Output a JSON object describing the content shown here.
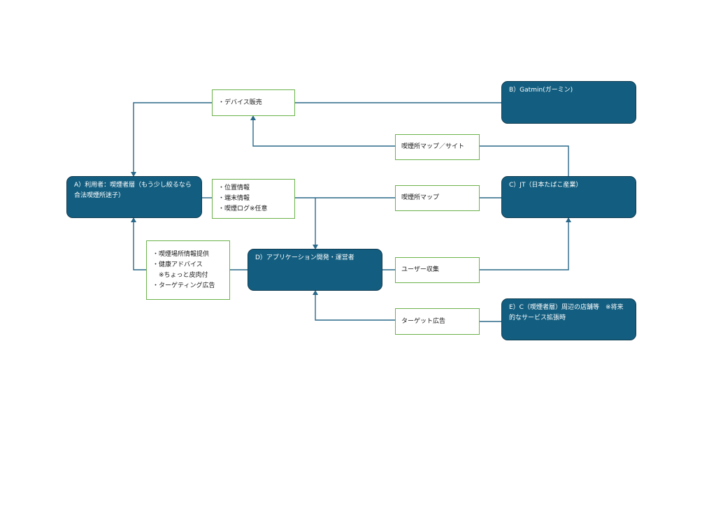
{
  "actors": {
    "user": {
      "label": "A）利用者：喫煙者層（もう少し絞るなら合法喫煙所迷子）"
    },
    "garmin": {
      "label": "B）Gatmin(ガーミン)"
    },
    "jt": {
      "label": "C）JT（日本たばこ産業）"
    },
    "operator": {
      "label": "D）アプリケーション開発・運営者"
    },
    "stores": {
      "label": "E）C（喫煙者層）周辺の店舗等　※将来的なサービス拡張時"
    }
  },
  "notes": {
    "device_sales": {
      "lines": [
        "・デバイス販売"
      ]
    },
    "smoking_map_site": {
      "lines": [
        "喫煙所マップ／サイト"
      ]
    },
    "user_data": {
      "lines": [
        "・位置情報",
        "・端末情報",
        "・喫煙ログ※任意"
      ]
    },
    "smoking_map": {
      "lines": [
        "喫煙所マップ"
      ]
    },
    "services": {
      "lines": [
        "・喫煙場所情報提供",
        "・健康アドバイス",
        "　※ちょっと皮肉付",
        "・ターゲティング広告"
      ]
    },
    "user_collection": {
      "lines": [
        "ユーザー収集"
      ]
    },
    "targeted_ads": {
      "lines": [
        "ターゲット広告"
      ]
    }
  },
  "colors": {
    "actor_fill": "#135e80",
    "actor_border": "#0e3a50",
    "note_border": "#6bb24a",
    "connector": "#2a6889"
  }
}
